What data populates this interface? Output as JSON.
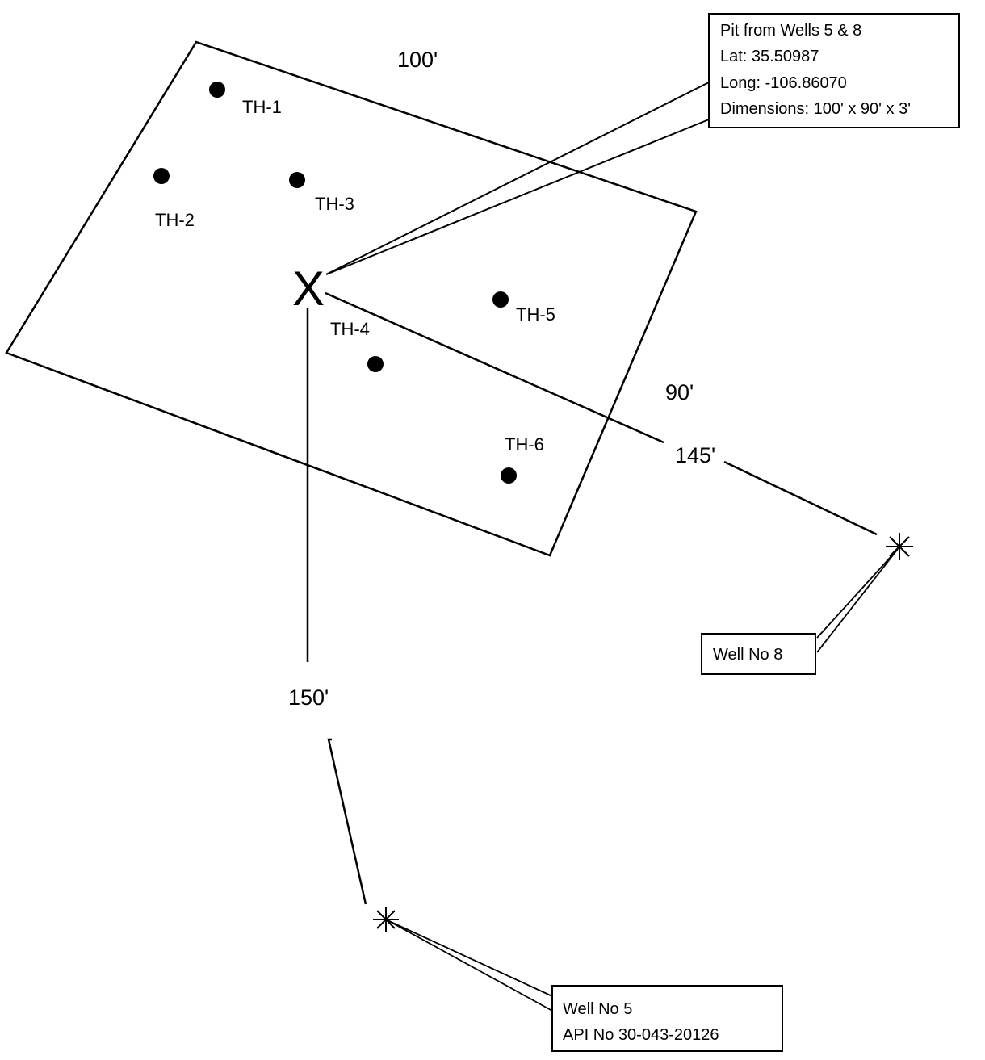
{
  "pit": {
    "marker": "X",
    "dimensions": {
      "length": "100'",
      "width": "90'"
    },
    "callout": {
      "title": "Pit from Wells 5 & 8",
      "lat": "Lat: 35.50987",
      "long": "Long: -106.86070",
      "dims": "Dimensions: 100' x 90' x 3'"
    }
  },
  "test_holes": [
    {
      "label": "TH-1"
    },
    {
      "label": "TH-2"
    },
    {
      "label": "TH-3"
    },
    {
      "label": "TH-4"
    },
    {
      "label": "TH-5"
    },
    {
      "label": "TH-6"
    }
  ],
  "distances": {
    "to_well_8": "145'",
    "to_well_5": "150'"
  },
  "wells": {
    "well_8": {
      "name": "Well No 8"
    },
    "well_5": {
      "name": "Well No 5",
      "api": "API No 30-043-20126"
    }
  }
}
